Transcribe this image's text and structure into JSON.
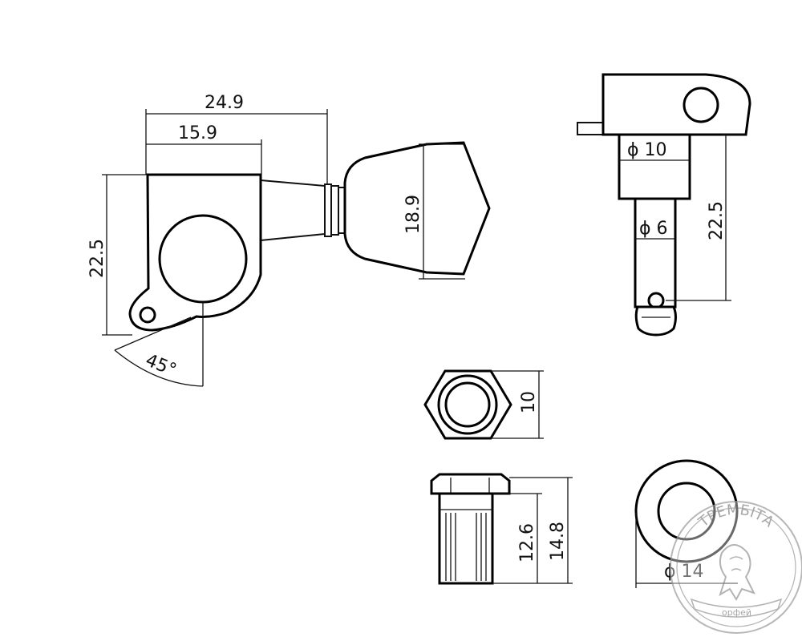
{
  "dimensions": {
    "total_length": "24.9",
    "post_offset": "15.9",
    "housing_height": "22.5",
    "button_height": "18.9",
    "mount_angle": "45°",
    "flange_diameter": "ϕ 10",
    "shaft_diameter": "ϕ 6",
    "side_height": "22.5",
    "nut_across_flats": "10",
    "bushing_length": "12.6",
    "bushing_total_length": "14.8",
    "washer_diameter": "ϕ 14"
  },
  "watermark": {
    "top_text": "ТРЕМБІТА",
    "bottom_text": "орфей"
  }
}
